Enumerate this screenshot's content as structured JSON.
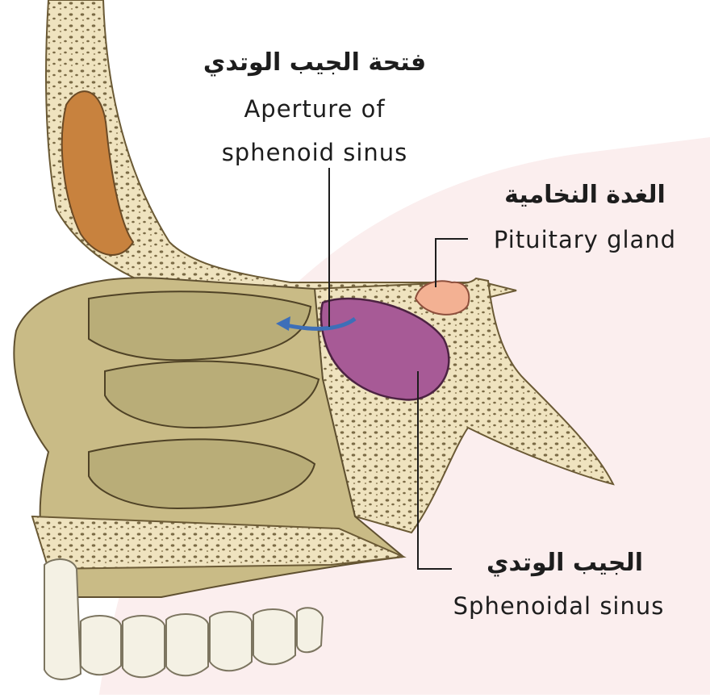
{
  "labels": {
    "aperture": {
      "arabic": "فتحة الجيب الوتدي",
      "english_line1": "Aperture of",
      "english_line2": "sphenoid sinus"
    },
    "pituitary": {
      "arabic": "الغدة النخامية",
      "english": "Pituitary gland"
    },
    "sphenoidal": {
      "arabic": "الجيب الوتدي",
      "english": "Sphenoidal sinus"
    }
  },
  "colors": {
    "bone": "#efe3bf",
    "bone_shaded": "#c9bb86",
    "turbinate": "#b9ad78",
    "frontal_sinus": "#c8823e",
    "sphenoid_sinus": "#a75a96",
    "pituitary": "#f3b193",
    "arrow": "#3d6fb8",
    "background_wash": "#fbeeee",
    "leader_line": "#1d1d1d"
  }
}
